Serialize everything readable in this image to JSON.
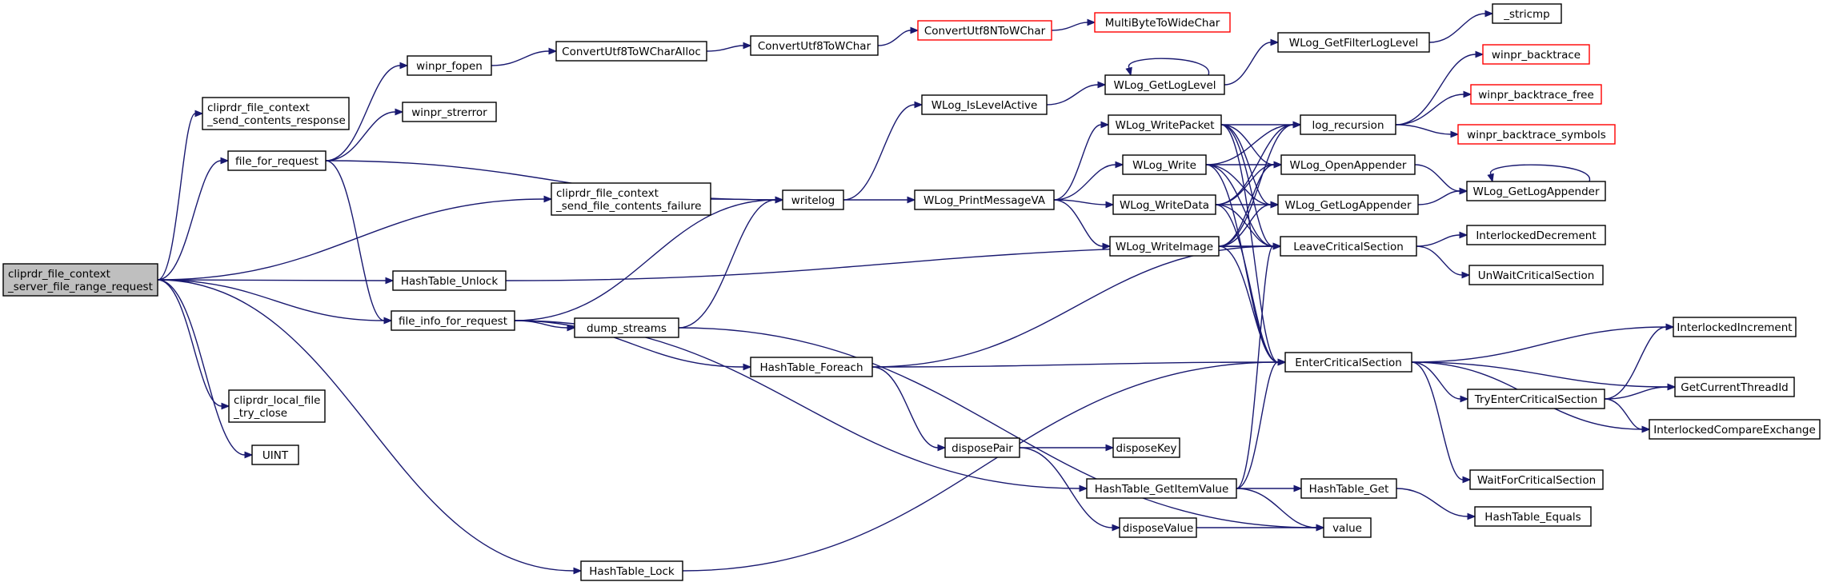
{
  "nodes": [
    {
      "id": "root",
      "lines": [
        "cliprdr_file_context",
        "_server_file_range_request"
      ],
      "root": true
    },
    {
      "id": "send_resp",
      "lines": [
        "cliprdr_file_context",
        "_send_contents_response"
      ]
    },
    {
      "id": "file_for_request",
      "lines": [
        "file_for_request"
      ]
    },
    {
      "id": "send_fail",
      "lines": [
        "cliprdr_file_context",
        "_send_file_contents_failure"
      ]
    },
    {
      "id": "ht_unlock",
      "lines": [
        "HashTable_Unlock"
      ]
    },
    {
      "id": "file_info",
      "lines": [
        "file_info_for_request"
      ]
    },
    {
      "id": "local_close",
      "lines": [
        "cliprdr_local_file",
        "_try_close"
      ]
    },
    {
      "id": "uint",
      "lines": [
        "UINT"
      ]
    },
    {
      "id": "ht_lock",
      "lines": [
        "HashTable_Lock"
      ]
    },
    {
      "id": "fopen",
      "lines": [
        "winpr_fopen"
      ]
    },
    {
      "id": "strerror",
      "lines": [
        "winpr_strerror"
      ]
    },
    {
      "id": "alloc",
      "lines": [
        "ConvertUtf8ToWCharAlloc"
      ]
    },
    {
      "id": "to_wchar",
      "lines": [
        "ConvertUtf8ToWChar"
      ]
    },
    {
      "id": "n_to_wchar",
      "lines": [
        "ConvertUtf8NToWChar"
      ],
      "ext": true
    },
    {
      "id": "mb2wc",
      "lines": [
        "MultiByteToWideChar"
      ],
      "ext": true
    },
    {
      "id": "writelog",
      "lines": [
        "writelog"
      ]
    },
    {
      "id": "dump_streams",
      "lines": [
        "dump_streams"
      ]
    },
    {
      "id": "ht_foreach",
      "lines": [
        "HashTable_Foreach"
      ]
    },
    {
      "id": "dispose_pair",
      "lines": [
        "disposePair"
      ]
    },
    {
      "id": "dispose_key",
      "lines": [
        "disposeKey"
      ]
    },
    {
      "id": "dispose_value",
      "lines": [
        "disposeValue"
      ]
    },
    {
      "id": "ht_getitem",
      "lines": [
        "HashTable_GetItemValue"
      ]
    },
    {
      "id": "ht_get",
      "lines": [
        "HashTable_Get"
      ]
    },
    {
      "id": "ht_equals",
      "lines": [
        "HashTable_Equals"
      ]
    },
    {
      "id": "value",
      "lines": [
        "value"
      ]
    },
    {
      "id": "is_level_active",
      "lines": [
        "WLog_IsLevelActive"
      ]
    },
    {
      "id": "print_va",
      "lines": [
        "WLog_PrintMessageVA"
      ]
    },
    {
      "id": "get_log_level",
      "lines": [
        "WLog_GetLogLevel"
      ]
    },
    {
      "id": "get_filter",
      "lines": [
        "WLog_GetFilterLogLevel"
      ]
    },
    {
      "id": "stricmp",
      "lines": [
        "_stricmp"
      ]
    },
    {
      "id": "write_packet",
      "lines": [
        "WLog_WritePacket"
      ]
    },
    {
      "id": "write",
      "lines": [
        "WLog_Write"
      ]
    },
    {
      "id": "write_data",
      "lines": [
        "WLog_WriteData"
      ]
    },
    {
      "id": "write_image",
      "lines": [
        "WLog_WriteImage"
      ]
    },
    {
      "id": "log_recursion",
      "lines": [
        "log_recursion"
      ]
    },
    {
      "id": "open_appender",
      "lines": [
        "WLog_OpenAppender"
      ]
    },
    {
      "id": "get_appender",
      "lines": [
        "WLog_GetLogAppender"
      ]
    },
    {
      "id": "leave_cs",
      "lines": [
        "LeaveCriticalSection"
      ]
    },
    {
      "id": "enter_cs",
      "lines": [
        "EnterCriticalSection"
      ]
    },
    {
      "id": "bt",
      "lines": [
        "winpr_backtrace"
      ],
      "ext": true
    },
    {
      "id": "bt_free",
      "lines": [
        "winpr_backtrace_free"
      ],
      "ext": true
    },
    {
      "id": "bt_symbols",
      "lines": [
        "winpr_backtrace_symbols"
      ],
      "ext": true
    },
    {
      "id": "get_log_appender2",
      "lines": [
        "WLog_GetLogAppender"
      ]
    },
    {
      "id": "interlocked_dec",
      "lines": [
        "InterlockedDecrement"
      ]
    },
    {
      "id": "unwait_cs",
      "lines": [
        "UnWaitCriticalSection"
      ]
    },
    {
      "id": "interlocked_inc",
      "lines": [
        "InterlockedIncrement"
      ]
    },
    {
      "id": "try_enter_cs",
      "lines": [
        "TryEnterCriticalSection"
      ]
    },
    {
      "id": "get_thread_id",
      "lines": [
        "GetCurrentThreadId"
      ]
    },
    {
      "id": "interlocked_cmpxchg",
      "lines": [
        "InterlockedCompareExchange"
      ]
    },
    {
      "id": "wait_cs",
      "lines": [
        "WaitForCriticalSection"
      ]
    }
  ],
  "edges": [
    [
      "root",
      "send_resp"
    ],
    [
      "root",
      "file_for_request"
    ],
    [
      "root",
      "send_fail"
    ],
    [
      "root",
      "ht_unlock"
    ],
    [
      "root",
      "file_info"
    ],
    [
      "root",
      "local_close"
    ],
    [
      "root",
      "uint"
    ],
    [
      "root",
      "ht_lock"
    ],
    [
      "file_for_request",
      "fopen"
    ],
    [
      "file_for_request",
      "strerror"
    ],
    [
      "file_for_request",
      "writelog"
    ],
    [
      "file_for_request",
      "file_info"
    ],
    [
      "fopen",
      "alloc"
    ],
    [
      "alloc",
      "to_wchar"
    ],
    [
      "to_wchar",
      "n_to_wchar"
    ],
    [
      "n_to_wchar",
      "mb2wc"
    ],
    [
      "send_fail",
      "writelog"
    ],
    [
      "ht_unlock",
      "leave_cs"
    ],
    [
      "file_info",
      "writelog"
    ],
    [
      "file_info",
      "dump_streams"
    ],
    [
      "file_info",
      "ht_foreach"
    ],
    [
      "file_info",
      "ht_getitem"
    ],
    [
      "dump_streams",
      "writelog"
    ],
    [
      "dump_streams",
      "value"
    ],
    [
      "ht_foreach",
      "leave_cs"
    ],
    [
      "ht_foreach",
      "enter_cs"
    ],
    [
      "ht_foreach",
      "dispose_pair"
    ],
    [
      "dispose_pair",
      "dispose_key"
    ],
    [
      "dispose_pair",
      "dispose_value"
    ],
    [
      "dispose_value",
      "value"
    ],
    [
      "ht_getitem",
      "ht_get"
    ],
    [
      "ht_getitem",
      "value"
    ],
    [
      "ht_getitem",
      "leave_cs"
    ],
    [
      "ht_getitem",
      "enter_cs"
    ],
    [
      "ht_get",
      "ht_equals"
    ],
    [
      "ht_lock",
      "enter_cs"
    ],
    [
      "writelog",
      "is_level_active"
    ],
    [
      "writelog",
      "print_va"
    ],
    [
      "is_level_active",
      "get_log_level"
    ],
    [
      "get_log_level",
      "get_log_level"
    ],
    [
      "get_log_level",
      "get_filter"
    ],
    [
      "get_filter",
      "stricmp"
    ],
    [
      "print_va",
      "write_packet"
    ],
    [
      "print_va",
      "write"
    ],
    [
      "print_va",
      "write_data"
    ],
    [
      "print_va",
      "write_image"
    ],
    [
      "write_packet",
      "log_recursion"
    ],
    [
      "write_packet",
      "open_appender"
    ],
    [
      "write_packet",
      "get_appender"
    ],
    [
      "write_packet",
      "leave_cs"
    ],
    [
      "write_packet",
      "enter_cs"
    ],
    [
      "write",
      "log_recursion"
    ],
    [
      "write",
      "open_appender"
    ],
    [
      "write",
      "get_appender"
    ],
    [
      "write",
      "leave_cs"
    ],
    [
      "write",
      "enter_cs"
    ],
    [
      "write_data",
      "log_recursion"
    ],
    [
      "write_data",
      "open_appender"
    ],
    [
      "write_data",
      "get_appender"
    ],
    [
      "write_data",
      "leave_cs"
    ],
    [
      "write_data",
      "enter_cs"
    ],
    [
      "write_image",
      "log_recursion"
    ],
    [
      "write_image",
      "open_appender"
    ],
    [
      "write_image",
      "get_appender"
    ],
    [
      "write_image",
      "leave_cs"
    ],
    [
      "write_image",
      "enter_cs"
    ],
    [
      "log_recursion",
      "bt"
    ],
    [
      "log_recursion",
      "bt_free"
    ],
    [
      "log_recursion",
      "bt_symbols"
    ],
    [
      "open_appender",
      "get_log_appender2"
    ],
    [
      "get_appender",
      "get_log_appender2"
    ],
    [
      "get_log_appender2",
      "get_log_appender2"
    ],
    [
      "leave_cs",
      "interlocked_dec"
    ],
    [
      "leave_cs",
      "unwait_cs"
    ],
    [
      "enter_cs",
      "interlocked_inc"
    ],
    [
      "enter_cs",
      "try_enter_cs"
    ],
    [
      "enter_cs",
      "get_thread_id"
    ],
    [
      "enter_cs",
      "interlocked_cmpxchg"
    ],
    [
      "enter_cs",
      "wait_cs"
    ],
    [
      "try_enter_cs",
      "interlocked_inc"
    ],
    [
      "try_enter_cs",
      "get_thread_id"
    ],
    [
      "try_enter_cs",
      "interlocked_cmpxchg"
    ]
  ]
}
